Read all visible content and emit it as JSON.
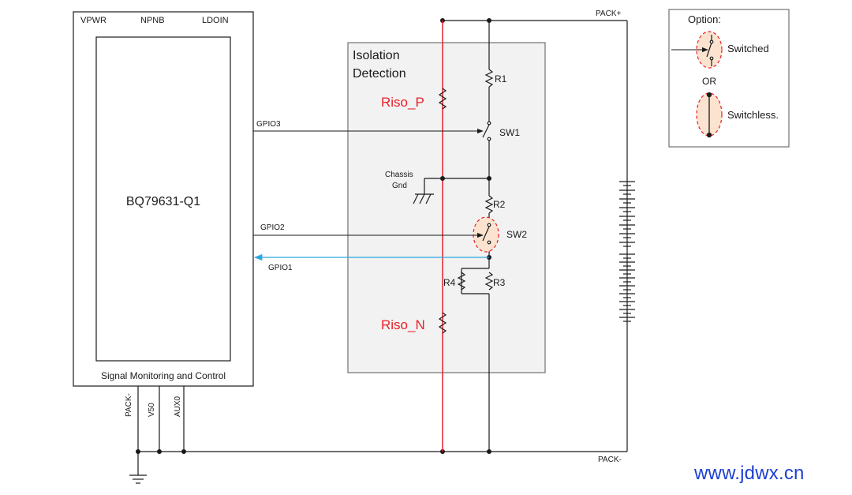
{
  "chip": {
    "pins_top": [
      "VPWR",
      "NPNB",
      "LDOIN"
    ],
    "name": "BQ79631-Q1",
    "footer": "Signal Monitoring and Control",
    "pins_bottom": [
      "PACK-",
      "V50",
      "AUX0"
    ]
  },
  "signals": {
    "gpio3": "GPIO3",
    "gpio2": "GPIO2",
    "gpio1": "GPIO1"
  },
  "isolation": {
    "title_line1": "Isolation",
    "title_line2": "Detection",
    "riso_p": "Riso_P",
    "riso_n": "Riso_N"
  },
  "components": {
    "r1": "R1",
    "r2": "R2",
    "r3": "R3",
    "r4": "R4",
    "sw1": "SW1",
    "sw2": "SW2",
    "chassis_line1": "Chassis",
    "chassis_line2": "Gnd"
  },
  "rails": {
    "pack_plus": "PACK+",
    "pack_minus": "PACK-"
  },
  "option_box": {
    "title": "Option:",
    "switched": "Switched",
    "or": "OR",
    "switchless": "Switchless."
  },
  "watermark": "www.jdwx.cn",
  "colors": {
    "riso_red": "#e8202a",
    "gpio1_blue": "#2ea7e0",
    "region_fill": "#f2f2f2",
    "highlight_fill": "#fbe3cf",
    "watermark": "#1d3fd1"
  }
}
